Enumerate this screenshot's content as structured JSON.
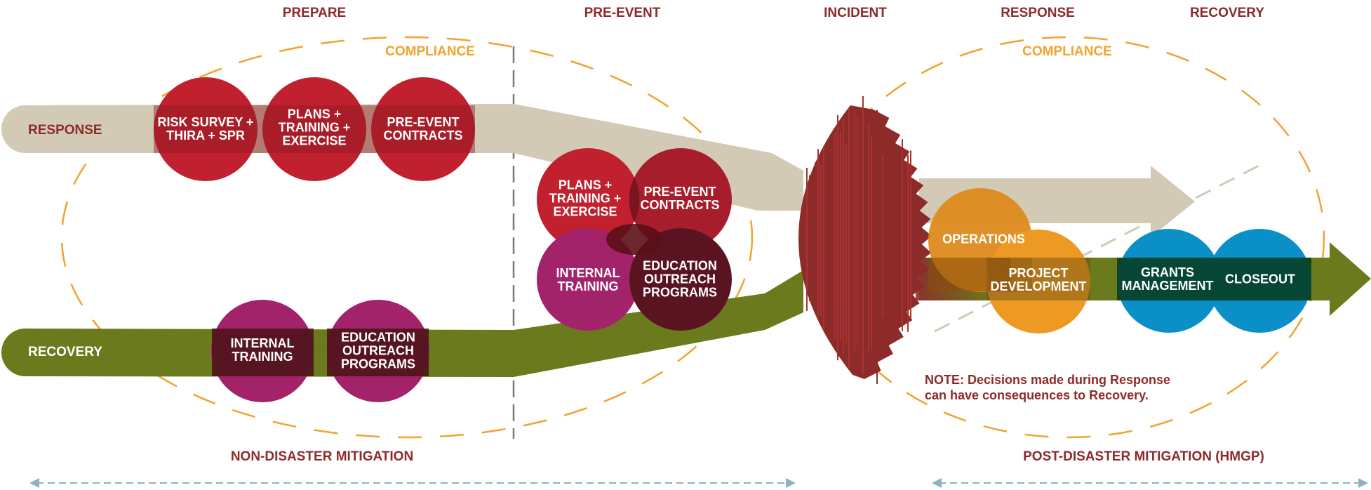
{
  "phases": {
    "prepare": "PREPARE",
    "pre_event": "PRE-EVENT",
    "incident": "INCIDENT",
    "response": "RESPONSE",
    "recovery": "RECOVERY"
  },
  "compliance_left": "COMPLIANCE",
  "compliance_right": "COMPLIANCE",
  "tracks": {
    "response": "RESPONSE",
    "recovery": "RECOVERY"
  },
  "prepare_circles": {
    "risk_survey": "RISK SURVEY +\nTHIRA + SPR",
    "plans": "PLANS +\nTRAINING +\nEXERCISE",
    "pre_event_contracts": "PRE-EVENT\nCONTRACTS",
    "internal_training": "INTERNAL\nTRAINING",
    "education": "EDUCATION\nOUTREACH\nPROGRAMS"
  },
  "pre_event_circles": {
    "plans": "PLANS +\nTRAINING +\nEXERCISE",
    "pre_event_contracts": "PRE-EVENT\nCONTRACTS",
    "internal_training": "INTERNAL\nTRAINING",
    "education": "EDUCATION\nOUTREACH\nPROGRAMS"
  },
  "post_circles": {
    "operations": "OPERATIONS",
    "project_development": "PROJECT\nDEVELOPMENT",
    "grants_management": "GRANTS\nMANAGEMENT",
    "closeout": "CLOSEOUT"
  },
  "note": "NOTE: Decisions made during Response\ncan have consequences to Recovery.",
  "mitigation": {
    "non_disaster": "NON-DISASTER MITIGATION",
    "post_disaster": "POST-DISASTER MITIGATION (HMGP)"
  },
  "colors": {
    "response_band": "#d3cab5",
    "recovery_band": "#6b7a1d",
    "red_circle": "#c1202f",
    "magenta_circle": "#a3236a",
    "overlap_dark": "#4a1214",
    "orange_circle": "#ec9a23",
    "blue_circle": "#0a8fc6",
    "burst": "#8c2b2a",
    "compliance_dash": "#f1a331",
    "arrow_dash": "#8fb2c2",
    "text_red": "#8c2b2a"
  }
}
